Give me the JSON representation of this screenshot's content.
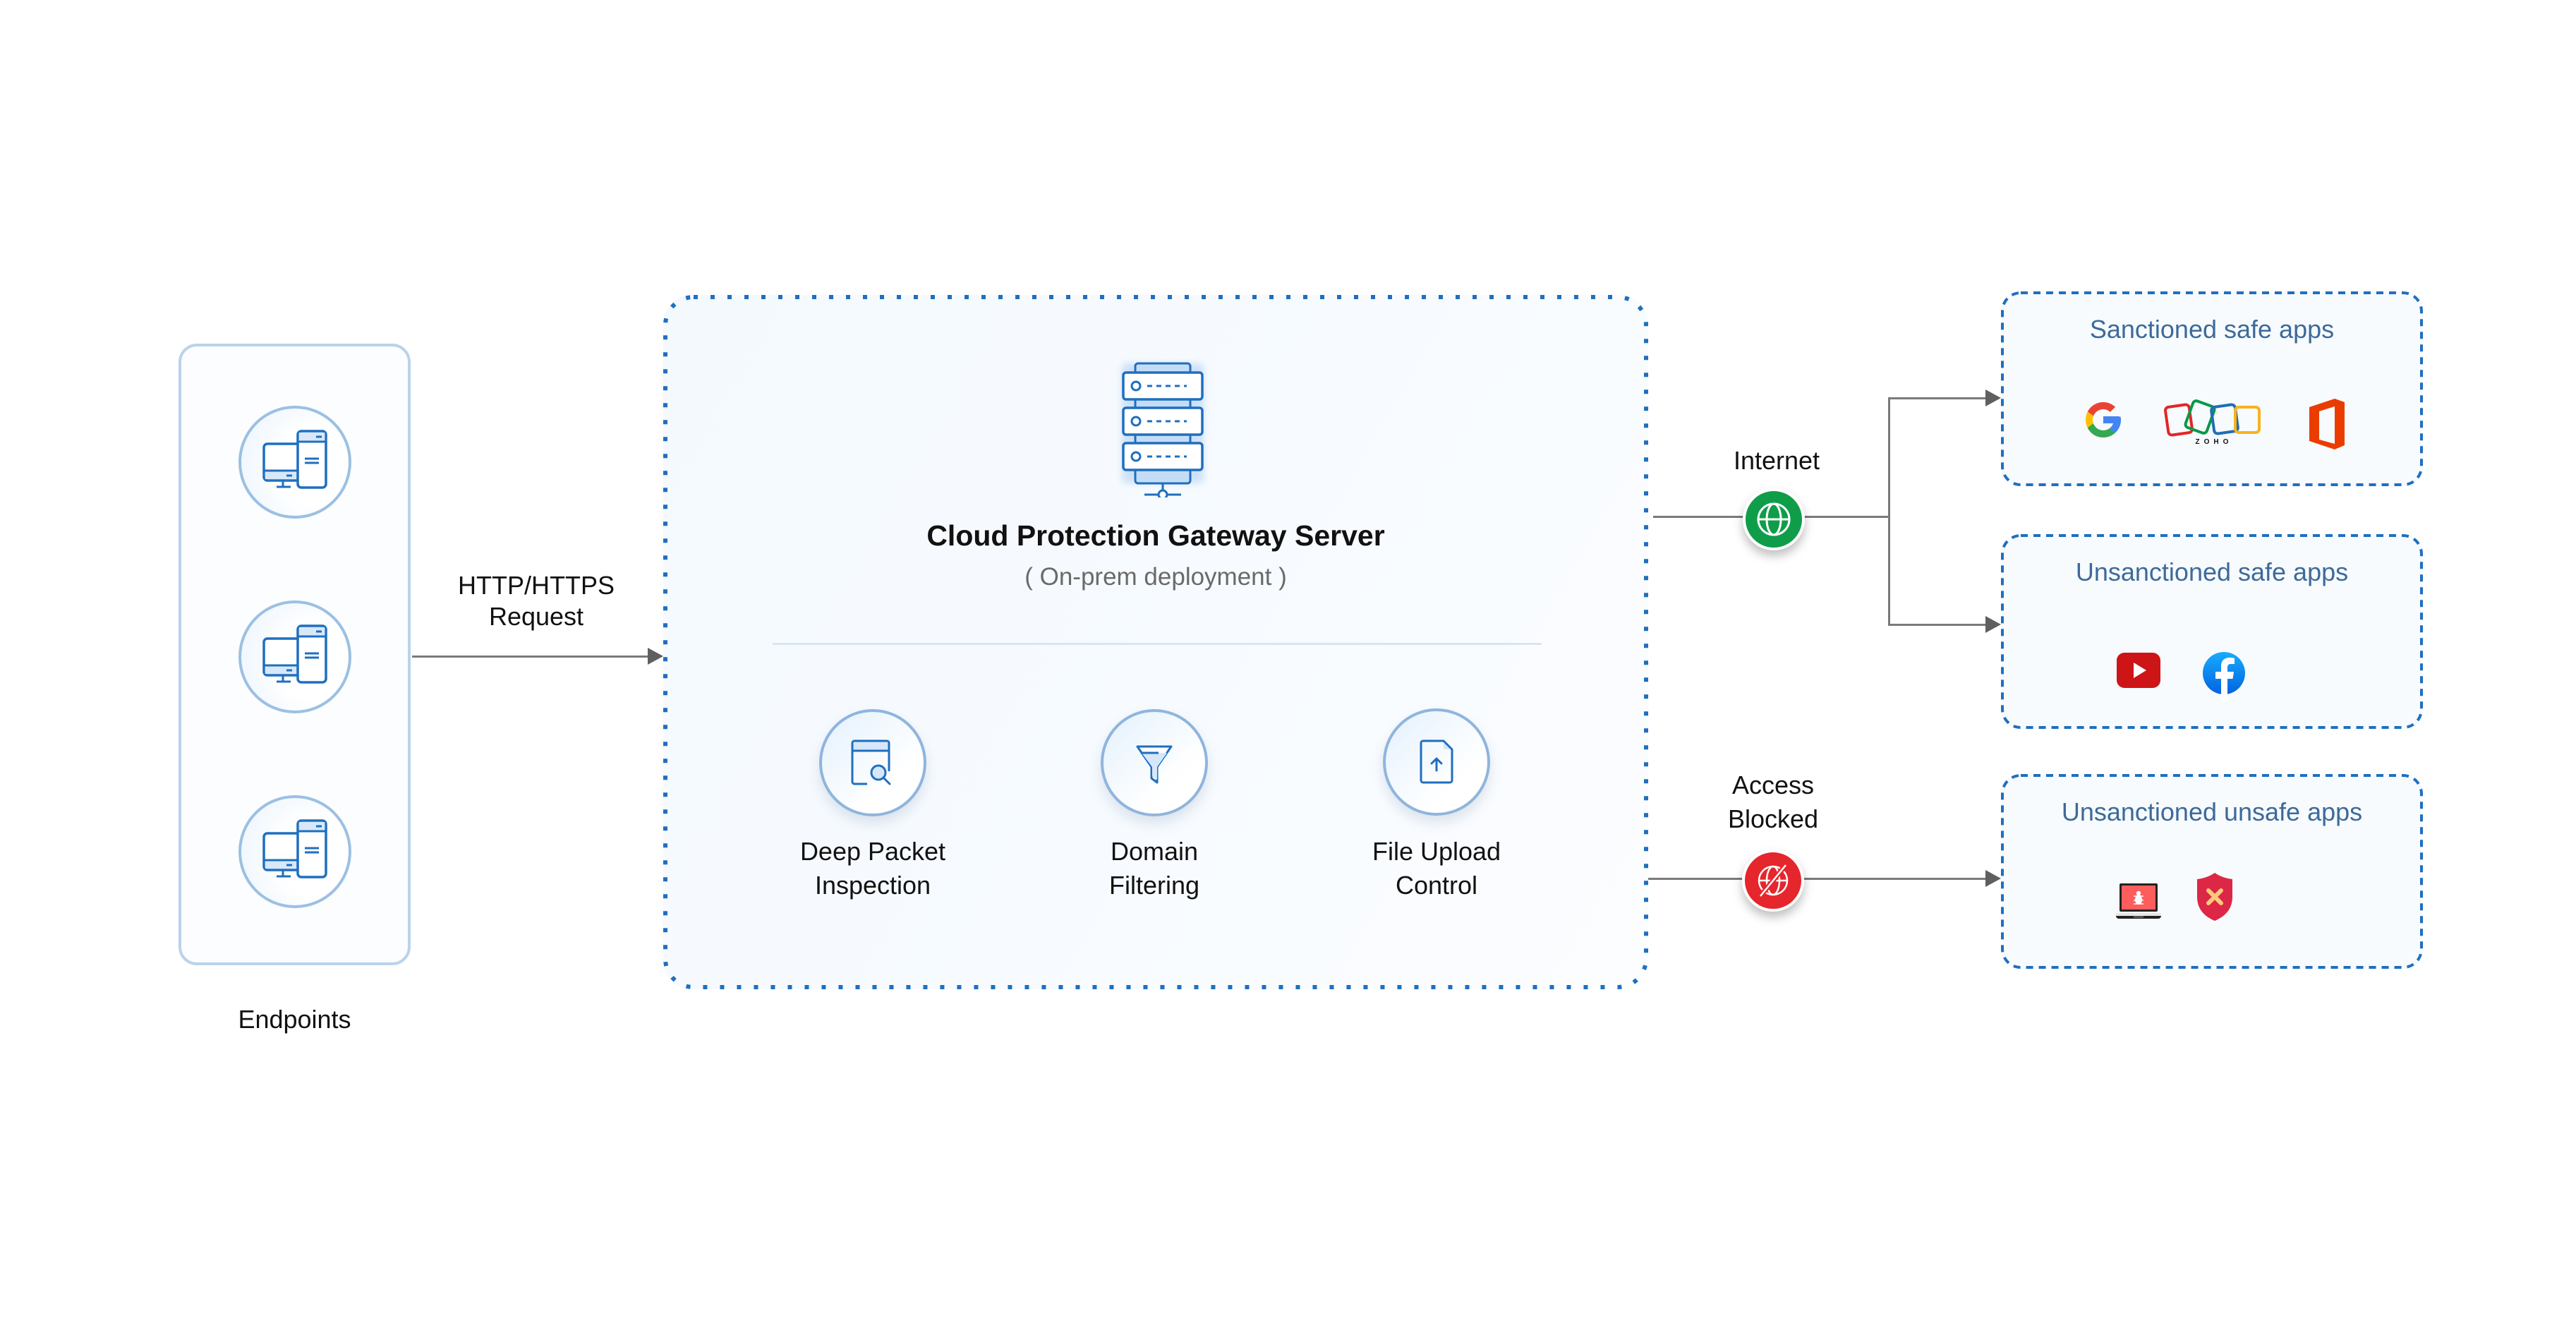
{
  "endpoints": {
    "label": "Endpoints",
    "devices": [
      {
        "icon": "desktop-computer-icon"
      },
      {
        "icon": "desktop-computer-icon"
      },
      {
        "icon": "desktop-computer-icon"
      }
    ]
  },
  "request_label": {
    "line1": "HTTP/HTTPS",
    "line2": "Request"
  },
  "gateway": {
    "icon": "server-icon",
    "title": "Cloud Protection Gateway Server",
    "subtitle": "( On-prem deployment )",
    "features": [
      {
        "icon": "deep-packet-inspection-icon",
        "line1": "Deep Packet",
        "line2": "Inspection"
      },
      {
        "icon": "filter-funnel-icon",
        "line1": "Domain",
        "line2": "Filtering"
      },
      {
        "icon": "file-upload-icon",
        "line1": "File Upload",
        "line2": "Control"
      }
    ]
  },
  "internet": {
    "label": "Internet",
    "icon": "globe-icon",
    "color": "#0f9d4a"
  },
  "blocked": {
    "line1": "Access",
    "line2": "Blocked",
    "icon": "globe-blocked-icon",
    "color": "#e5262c"
  },
  "app_groups": [
    {
      "title": "Sanctioned safe apps",
      "apps": [
        "Google",
        "Zoho",
        "Microsoft Office"
      ]
    },
    {
      "title": "Unsanctioned safe apps",
      "apps": [
        "YouTube",
        "Facebook"
      ]
    },
    {
      "title": "Unsanctioned unsafe apps",
      "apps": [
        "Malware laptop",
        "Blocked shield"
      ]
    }
  ],
  "zoho_wordmark": "ZOHO",
  "colors": {
    "accent_blue": "#1f6fbf",
    "app_title": "#3d6a9a",
    "connector": "#7a7a7a"
  }
}
